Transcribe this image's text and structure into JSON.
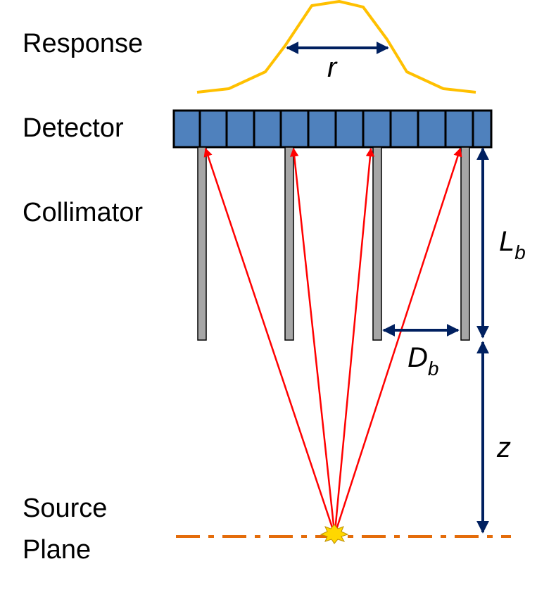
{
  "labels": {
    "response": "Response",
    "detector": "Detector",
    "collimator": "Collimator",
    "source_line1": "Source",
    "source_line2": "Plane"
  },
  "symbols": {
    "r": "r",
    "L_main": "L",
    "L_sub": "b",
    "D_main": "D",
    "D_sub": "b",
    "z": "z"
  },
  "colors": {
    "response_curve": "#FFC000",
    "detector_fill": "#4F81BD",
    "septa_fill": "#A6A6A6",
    "rays": "#FF0000",
    "dimension_arrows": "#002060",
    "source_plane": "#E46C0A",
    "source_burst": "#FFD700"
  }
}
